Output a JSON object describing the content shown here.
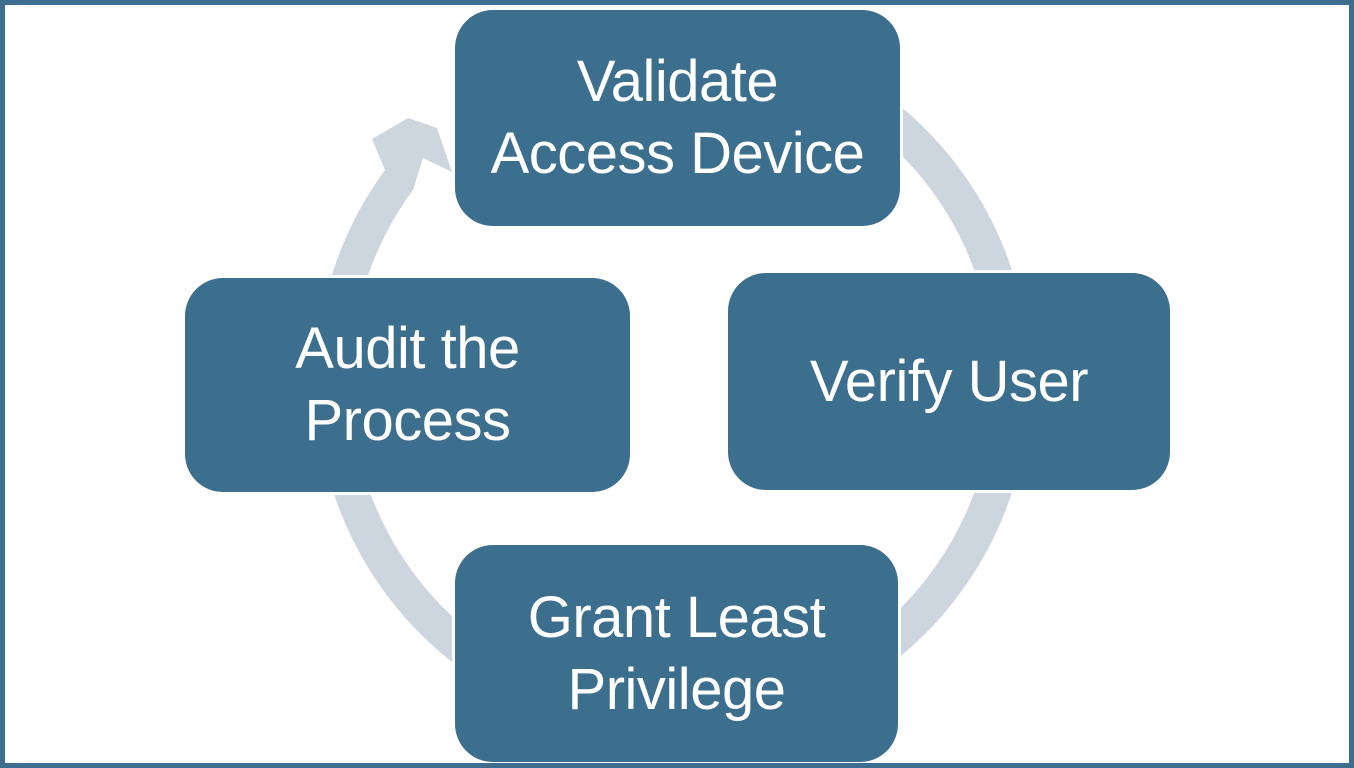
{
  "diagram": {
    "type": "cycle",
    "direction": "clockwise",
    "nodes": [
      {
        "id": "validate-access-device",
        "position": "top",
        "label": "Validate\nAccess Device"
      },
      {
        "id": "verify-user",
        "position": "right",
        "label": "Verify User"
      },
      {
        "id": "grant-least-privilege",
        "position": "bottom",
        "label": "Grant Least\nPrivilege"
      },
      {
        "id": "audit-the-process",
        "position": "left",
        "label": "Audit the\nProcess"
      }
    ]
  },
  "colors": {
    "node_fill": "#3c6e8e",
    "node_text": "#ffffff",
    "ring": "#cdd5df",
    "page_border": "#3d6e8f",
    "background": "#ffffff"
  }
}
